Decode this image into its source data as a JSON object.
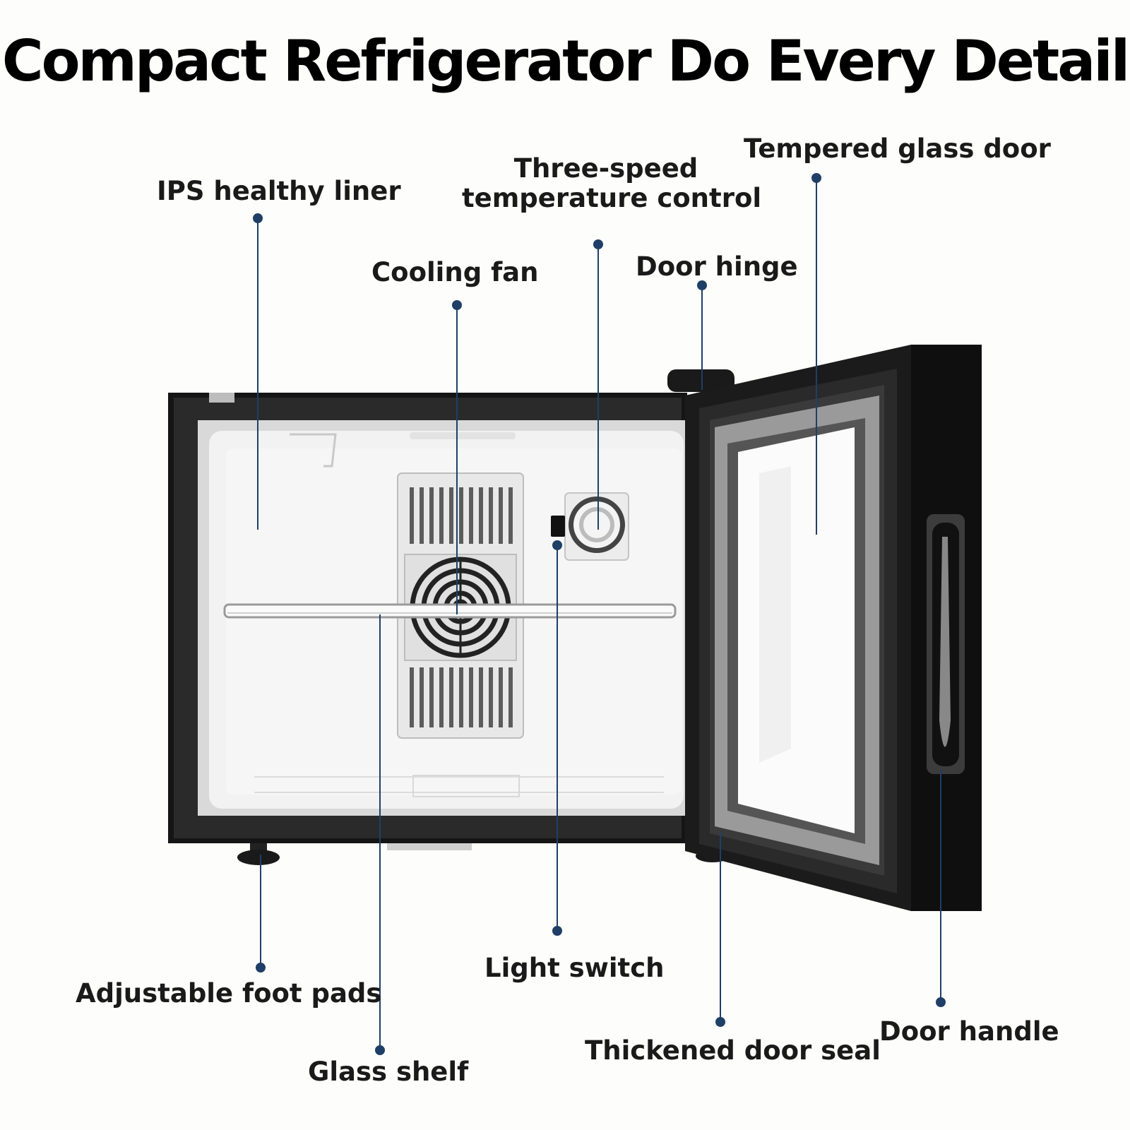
{
  "title": "Compact Refrigerator Do Every Detail",
  "colors": {
    "leader": "#1f3f66",
    "frame": "#141414",
    "liner": "#f2f2f2",
    "background": "#fdfdfb"
  },
  "callouts": {
    "ips_liner": "IPS healthy liner",
    "temp_control_line1": "Three-speed",
    "temp_control_line2": "temperature control",
    "glass_door": "Tempered glass door",
    "cooling_fan": "Cooling fan",
    "door_hinge": "Door hinge",
    "light_switch": "Light switch",
    "foot_pads": "Adjustable foot pads",
    "glass_shelf": "Glass shelf",
    "door_seal": "Thickened door seal",
    "door_handle": "Door handle"
  }
}
